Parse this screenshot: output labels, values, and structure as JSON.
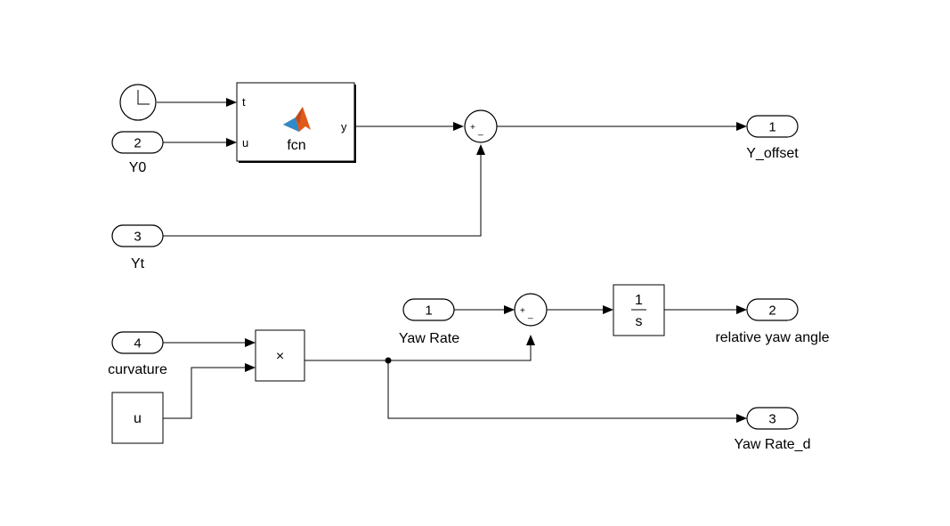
{
  "inports": [
    {
      "number": "2",
      "label": "Y0"
    },
    {
      "number": "3",
      "label": "Yt"
    },
    {
      "number": "1",
      "label": "Yaw Rate"
    },
    {
      "number": "4",
      "label": "curvature"
    }
  ],
  "outports": [
    {
      "number": "1",
      "label": "Y_offset"
    },
    {
      "number": "2",
      "label": "relative yaw angle"
    },
    {
      "number": "3",
      "label": "Yaw Rate_d"
    }
  ],
  "fcn_block": {
    "name": "fcn",
    "input_t": "t",
    "input_u": "u",
    "output_y": "y"
  },
  "sum_signs": {
    "plus": "+",
    "minus": "_"
  },
  "product_block": {
    "symbol": "×"
  },
  "integrator": {
    "numerator": "1",
    "denominator": "s"
  },
  "constant_block": {
    "value": "u"
  },
  "colors": {
    "matlab_logo_orange": "#e05a1a",
    "matlab_logo_blue": "#2f8ac9"
  },
  "icons": {
    "clock": "clock-icon",
    "matlab_function": "matlab-logo-icon"
  }
}
